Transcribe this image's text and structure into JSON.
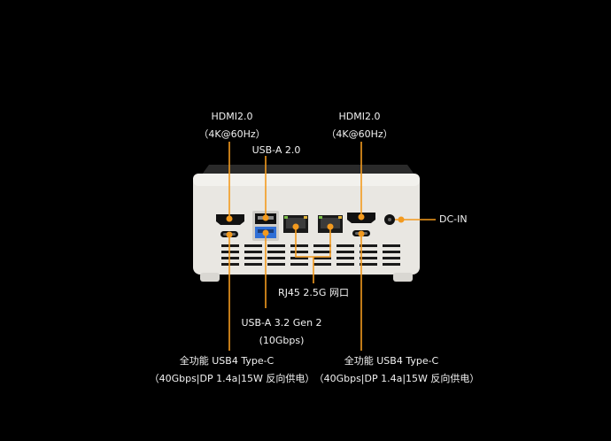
{
  "labels": {
    "hdmi_left_title": "HDMI2.0",
    "hdmi_left_spec": "（4K@60Hz）",
    "usba2": "USB-A 2.0",
    "hdmi_right_title": "HDMI2.0",
    "hdmi_right_spec": "（4K@60Hz）",
    "dcin": "DC-IN",
    "rj45": "RJ45 2.5G 网口",
    "usba32_title": "USB-A 3.2 Gen 2",
    "usba32_spec": "(10Gbps)",
    "usb4_left_title": "全功能 USB4 Type-C",
    "usb4_left_spec": "（40Gbps|DP 1.4a|15W 反向供电）",
    "usb4_right_title": "全功能 USB4 Type-C",
    "usb4_right_spec": "（40Gbps|DP 1.4a|15W 反向供电）"
  },
  "colors": {
    "background": "#000000",
    "accent": "#f39a1e",
    "chassis": "#e9e7e2",
    "port": "#111111",
    "usb3_blue": "#2f6fd6"
  },
  "icons": {
    "callout_dot": "orange-dot-icon"
  }
}
